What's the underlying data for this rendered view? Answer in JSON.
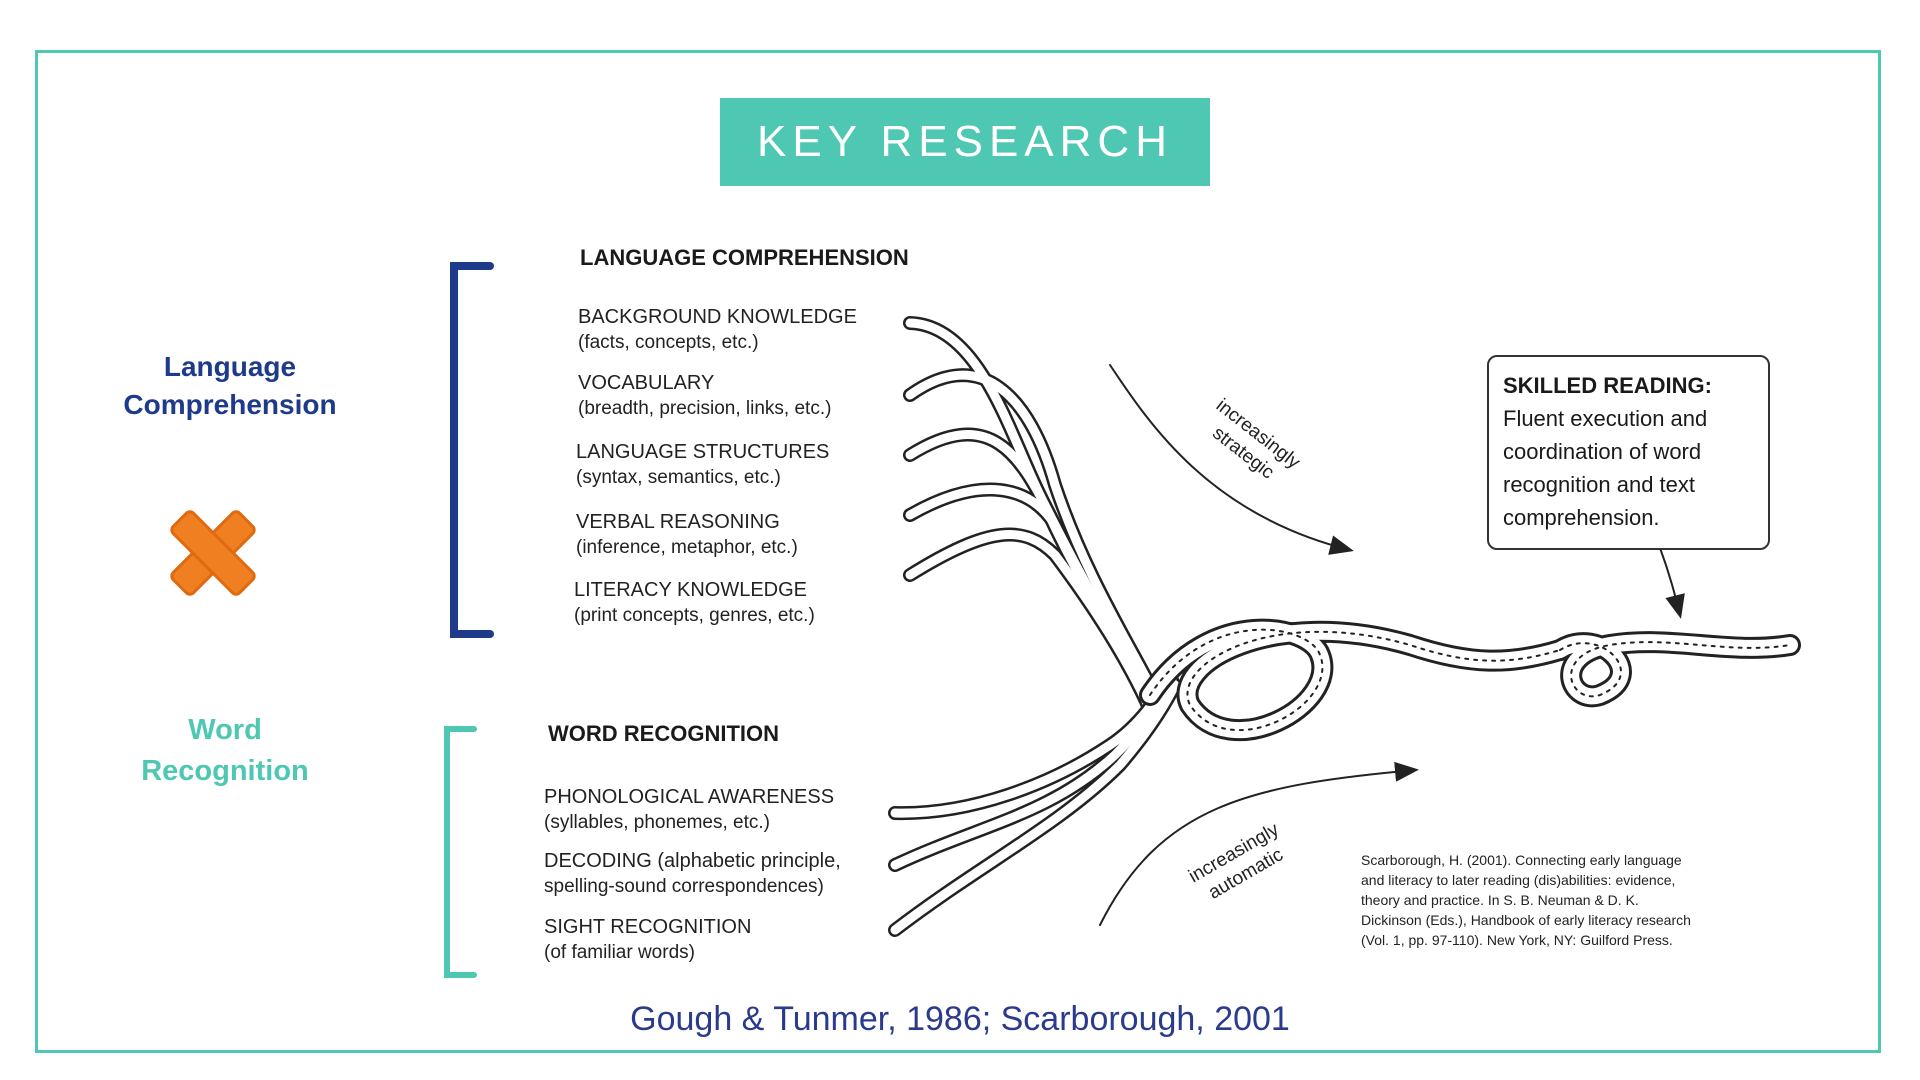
{
  "slide": {
    "title": "KEY RESEARCH",
    "left_labels": {
      "language_comprehension": [
        "Language",
        "Comprehension"
      ],
      "word_recognition": [
        "Word",
        "Recognition"
      ]
    },
    "footer_citation": "Gough & Tunmer, 1986; Scarborough, 2001",
    "colors": {
      "frame": "#4ec7b3",
      "title_bg": "#4ec7b3",
      "language_comprehension": "#1e3a8a",
      "word_recognition": "#4ec7b3",
      "multiply_icon": "#f07f22",
      "footer_text": "#2a3a8c"
    },
    "icons": {
      "operator": "multiply-icon"
    }
  },
  "diagram": {
    "language_comprehension": {
      "heading": "LANGUAGE COMPREHENSION",
      "items": [
        {
          "label": "BACKGROUND KNOWLEDGE",
          "detail": "(facts, concepts, etc.)"
        },
        {
          "label": "VOCABULARY",
          "detail": "(breadth, precision, links, etc.)"
        },
        {
          "label": "LANGUAGE STRUCTURES",
          "detail": "(syntax, semantics, etc.)"
        },
        {
          "label": "VERBAL REASONING",
          "detail": "(inference, metaphor, etc.)"
        },
        {
          "label": "LITERACY KNOWLEDGE",
          "detail": "(print concepts, genres, etc.)"
        }
      ]
    },
    "word_recognition": {
      "heading": "WORD RECOGNITION",
      "items": [
        {
          "label": "PHONOLOGICAL AWARENESS",
          "detail": "(syllables, phonemes, etc.)"
        },
        {
          "label": "DECODING (alphabetic principle,",
          "detail": "spelling-sound correspondences)"
        },
        {
          "label": "SIGHT RECOGNITION",
          "detail": "(of familiar words)"
        }
      ]
    },
    "arrow_labels": {
      "strategic": [
        "increasingly",
        "strategic"
      ],
      "automatic": [
        "increasingly",
        "automatic"
      ]
    },
    "skilled_reading": {
      "heading": "SKILLED READING:",
      "lines": [
        "Fluent execution and",
        "coordination of word",
        "recognition and text",
        "comprehension."
      ]
    },
    "reference": [
      "Scarborough, H. (2001). Connecting early language",
      "and literacy to later reading (dis)abilities: evidence,",
      "theory and practice. In S. B. Neuman & D. K.",
      "Dickinson (Eds.), Handbook of early literacy research",
      "(Vol. 1, pp. 97-110). New York, NY: Guilford Press."
    ]
  }
}
